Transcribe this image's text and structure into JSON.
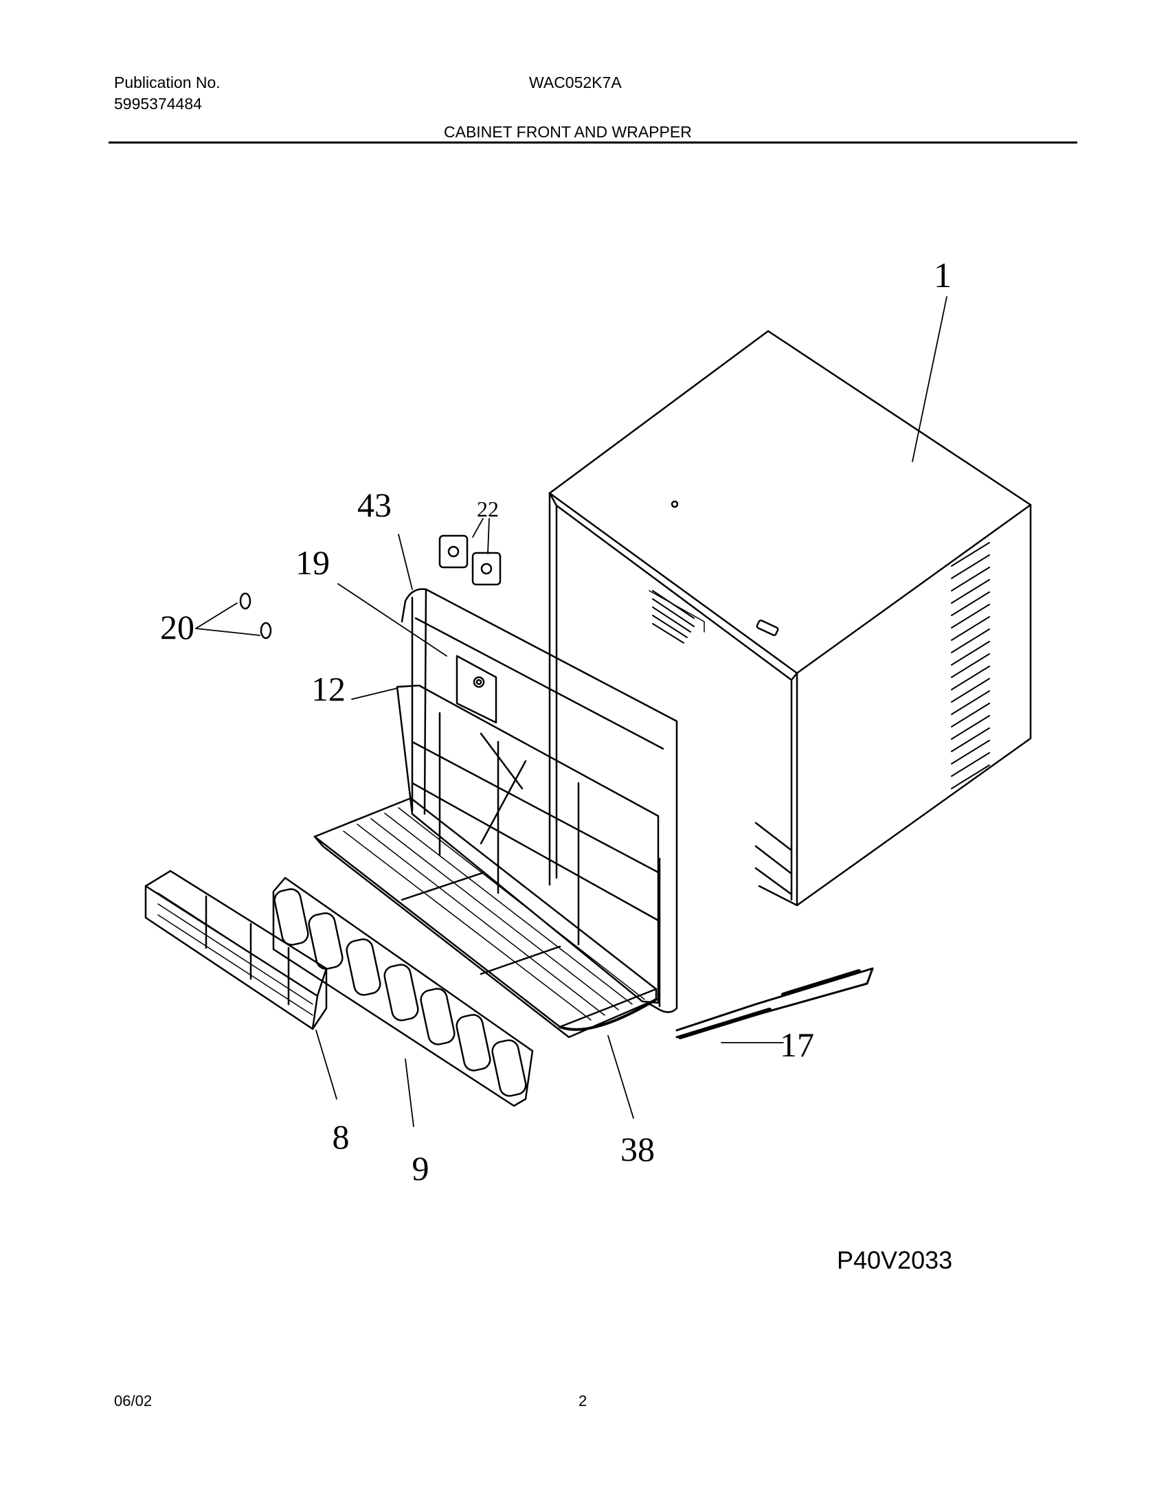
{
  "header": {
    "publication_label": "Publication No.",
    "publication_number": "5995374484",
    "model": "WAC052K7A",
    "section_title": "CABINET FRONT AND WRAPPER"
  },
  "callouts": {
    "c1": "1",
    "c8": "8",
    "c9": "9",
    "c12": "12",
    "c17": "17",
    "c19": "19",
    "c20": "20",
    "c22": "22",
    "c38": "38",
    "c43": "43"
  },
  "footer": {
    "drawing_id": "P40V2033",
    "date": "06/02",
    "page_number": "2"
  }
}
